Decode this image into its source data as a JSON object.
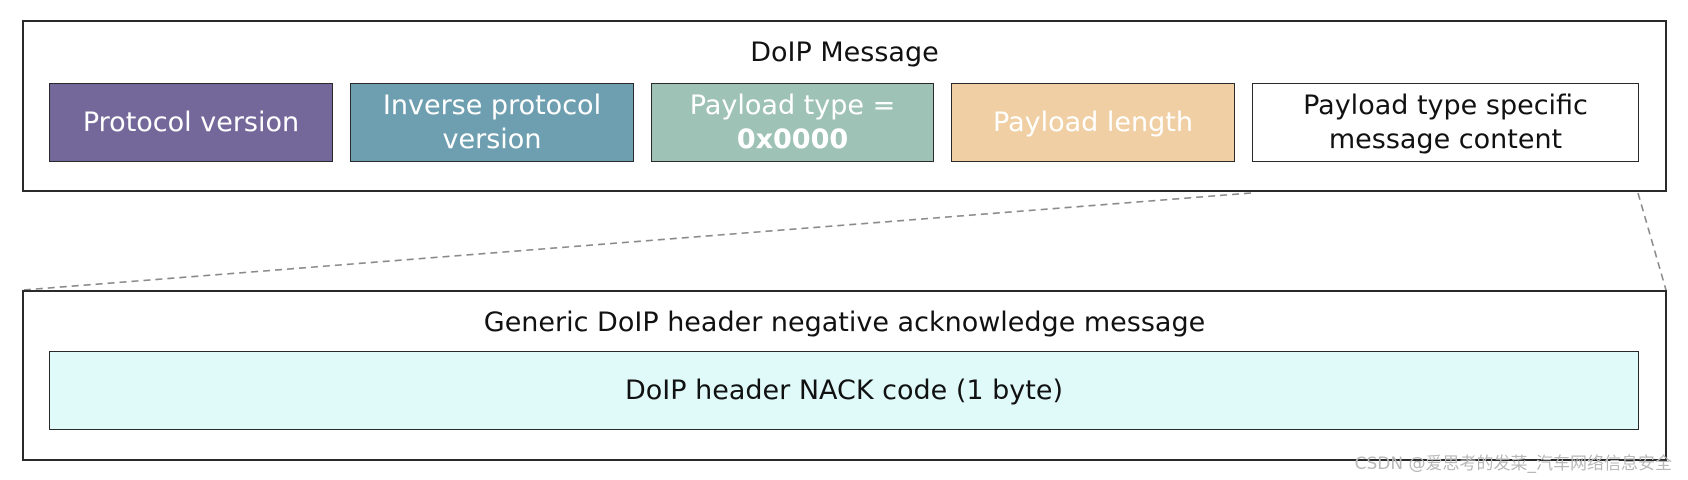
{
  "top_box": {
    "title": "DoIP Message",
    "fields": {
      "protocol_version": "Protocol version",
      "inverse_protocol_version_line1": "Inverse protocol",
      "inverse_protocol_version_line2": "version",
      "payload_type_line1": "Payload type =",
      "payload_type_value": "0x0000",
      "payload_length": "Payload length",
      "payload_content_line1": "Payload type specific",
      "payload_content_line2": "message content"
    }
  },
  "bottom_box": {
    "title": "Generic DoIP header negative acknowledge message",
    "field": "DoIP header NACK code (1 byte)"
  },
  "watermark": "CSDN @爱思考的发菜_汽车网络信息安全",
  "colors": {
    "protocol_version": "#74689a",
    "inverse_protocol_version": "#6e9fb0",
    "payload_type": "#9fc2b7",
    "payload_length": "#efcfa3",
    "payload_content": "#ffffff",
    "nack_field": "#e0fafa"
  }
}
